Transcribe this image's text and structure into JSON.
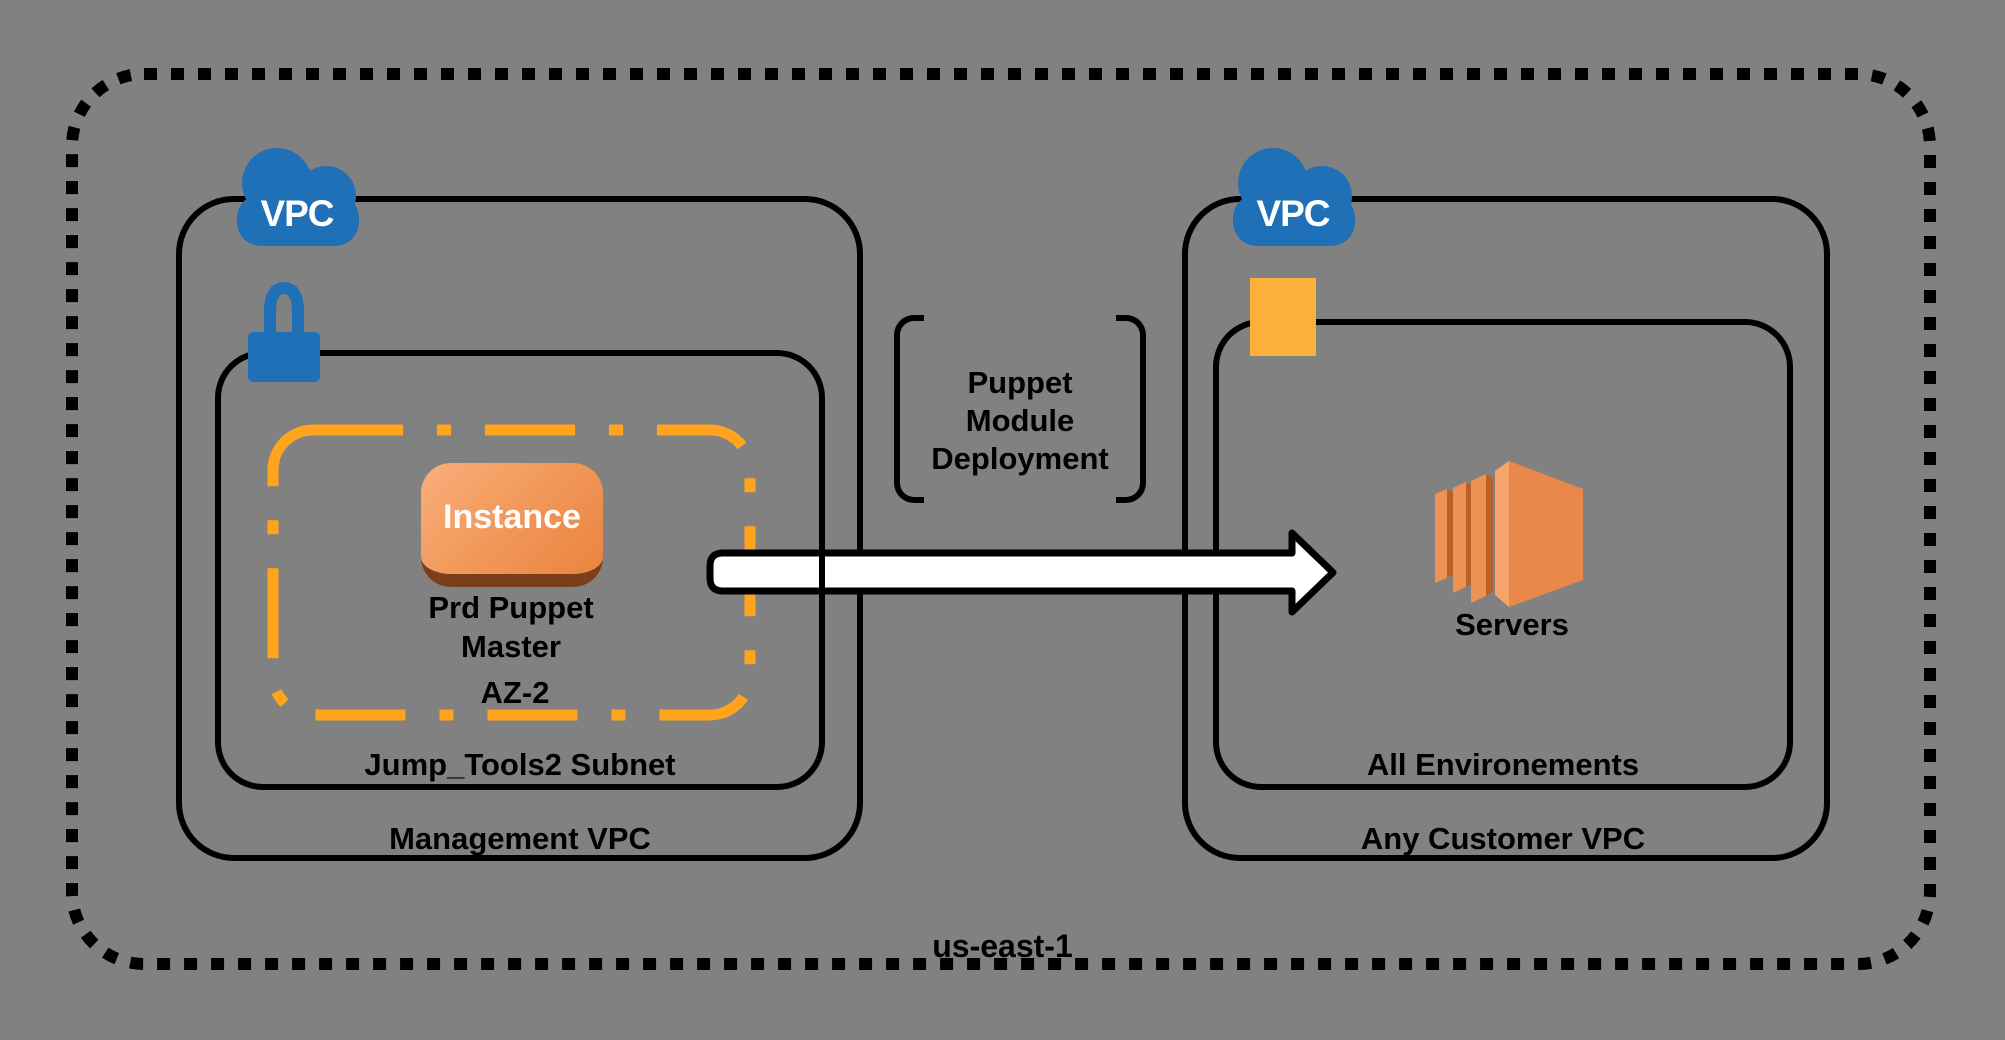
{
  "region": {
    "label": "us-east-1"
  },
  "management_vpc": {
    "label": "Management VPC",
    "cloud_icon_label": "VPC",
    "subnet": {
      "label": "Jump_Tools2 Subnet"
    },
    "availability_zone": {
      "label": "AZ-2"
    },
    "instance": {
      "label": "Instance",
      "caption_line1": "Prd Puppet",
      "caption_line2": "Master"
    }
  },
  "customer_vpc": {
    "label": "Any Customer VPC",
    "cloud_icon_label": "VPC",
    "environment": {
      "label": "All Environements"
    },
    "servers": {
      "label": "Servers"
    }
  },
  "connection": {
    "line1": "Puppet",
    "line2": "Module",
    "line3": "Deployment"
  },
  "icons": {
    "vpc_cloud": "blue cloud badge",
    "lock": "blue padlock",
    "subnet_square": "orange square",
    "servers": "orange 3d server stack",
    "flow_arrow": "white right arrow"
  },
  "colors": {
    "background": "#818181",
    "line": "#000000",
    "vpc_blue": "#1f70b6",
    "az_dash_orange": "#ffa41c",
    "subnet_square_orange": "#fcb03c",
    "instance_orange": "#f29a5c",
    "instance_shadow": "#7b3e1b",
    "arrow_fill": "#ffffff"
  }
}
